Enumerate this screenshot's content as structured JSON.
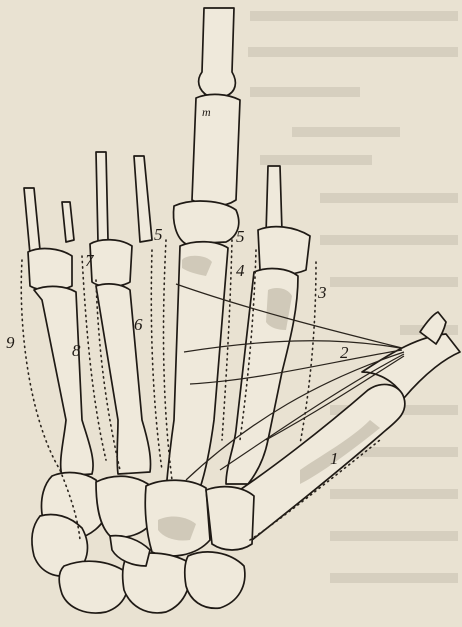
{
  "figure": {
    "labels": {
      "l1": "1",
      "l2": "2",
      "l3": "3",
      "l4": "4",
      "l5a": "5",
      "l5b": "5",
      "l6": "6",
      "l7": "7",
      "l8": "8",
      "l9": "9",
      "lm": "m"
    }
  }
}
